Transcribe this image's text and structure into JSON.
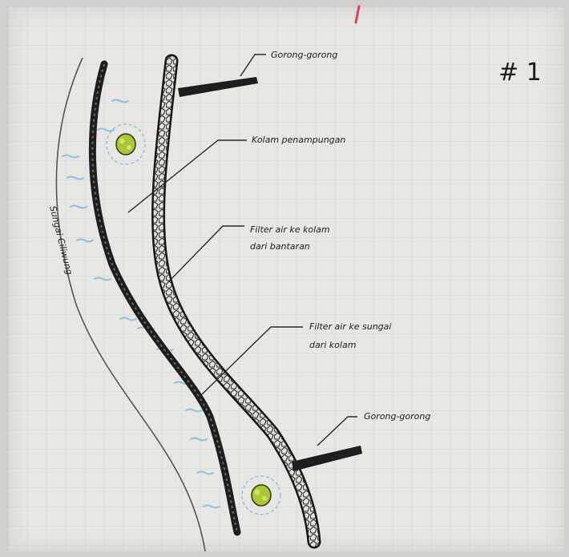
{
  "page_number": "# 1",
  "labels": {
    "outflow_pipe_top": "Gorong-gorong",
    "pond": "Kolam penampungan",
    "filter_to_pond_line1": "Filter air ke kolam",
    "filter_to_pond_line2": "dari bantaran",
    "filter_to_river_line1": "Filter air ke sungai",
    "filter_to_river_line2": "dari kolam",
    "outflow_pipe_bottom": "Gorong-gorong",
    "river": "Sungai Ciliwung"
  },
  "colors": {
    "water_ticks": "#8fc3e3",
    "plant_fill": "#a8c83a",
    "ink": "#1d1d1d",
    "red_mark": "#e0405a"
  }
}
